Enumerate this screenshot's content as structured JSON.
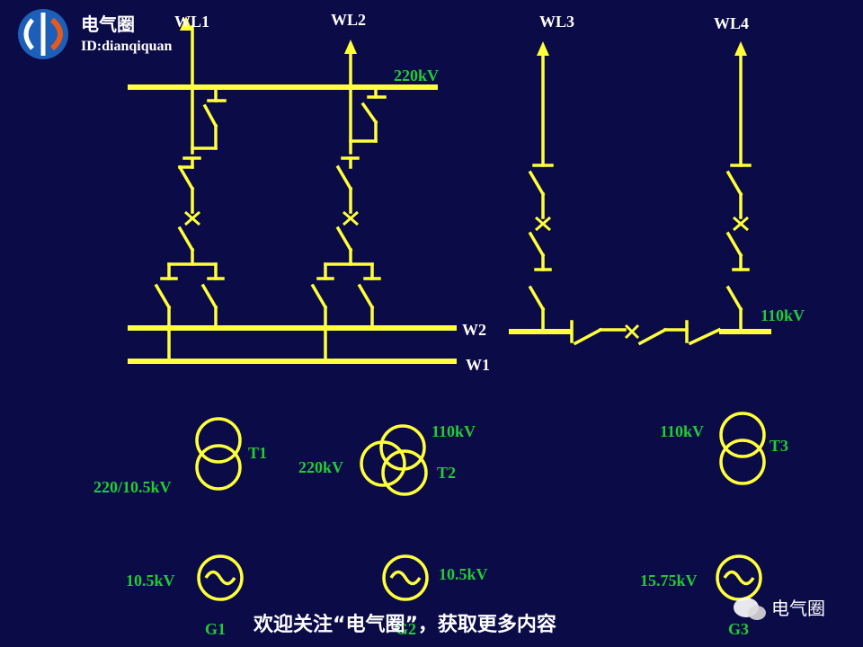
{
  "logo": {
    "title": "电气圈",
    "id_text": "ID:dianqiquan"
  },
  "lines": {
    "wl1": "WL1",
    "wl2": "WL2",
    "wl3": "WL3",
    "wl4": "WL4"
  },
  "buses": {
    "bus_220": "220kV",
    "w2": "W2",
    "w1": "W1",
    "bus_110": "110kV"
  },
  "transformers": {
    "t1": {
      "name": "T1",
      "ratio": "220/10.5kV"
    },
    "t2": {
      "name": "T2",
      "hv": "220kV",
      "mv": "110kV"
    },
    "t3": {
      "name": "T3",
      "hv": "110kV"
    }
  },
  "generators": {
    "g1": {
      "name": "G1",
      "voltage": "10.5kV"
    },
    "g2": {
      "name": "G2",
      "voltage": "10.5kV"
    },
    "g3": {
      "name": "G3",
      "voltage": "15.75kV"
    }
  },
  "footer": {
    "text": "欢迎关注“电气圈”，获取更多内容"
  },
  "watermark": {
    "text": "电气圈"
  },
  "colors": {
    "background": "#0b0b48",
    "lines": "#ffff3a",
    "voltage_labels": "#22cc33",
    "names": "#ffffff"
  }
}
